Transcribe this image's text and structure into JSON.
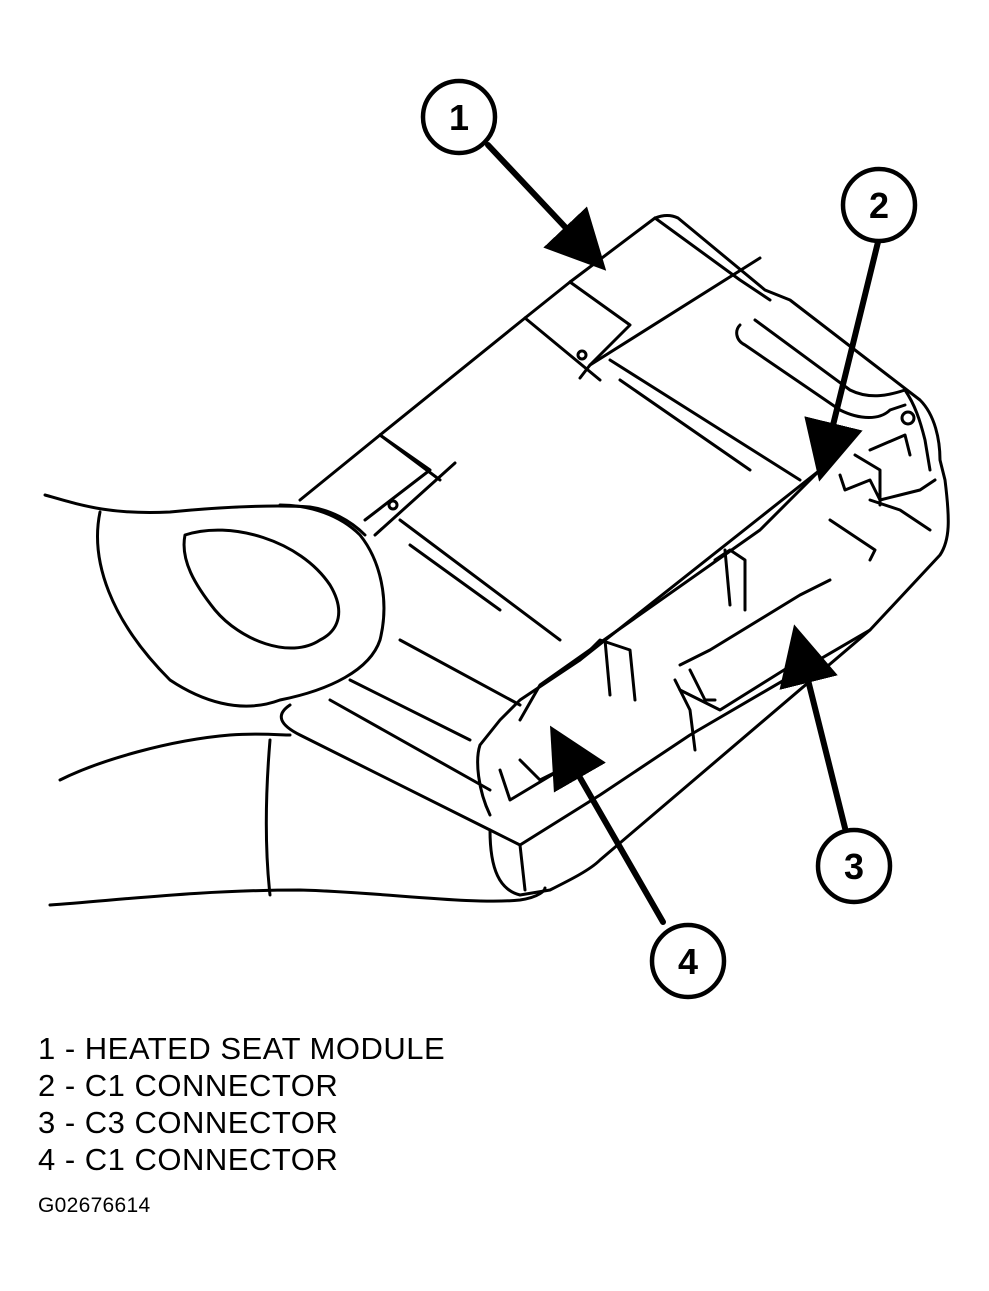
{
  "callouts": [
    {
      "number": "1",
      "target": "heated-seat-module"
    },
    {
      "number": "2",
      "target": "c1-connector-top"
    },
    {
      "number": "3",
      "target": "c3-connector"
    },
    {
      "number": "4",
      "target": "c1-connector-front"
    }
  ],
  "legend": [
    {
      "number": "1",
      "label": "HEATED SEAT MODULE",
      "text": "1 - HEATED SEAT MODULE"
    },
    {
      "number": "2",
      "label": "C1 CONNECTOR",
      "text": "2 - C1 CONNECTOR"
    },
    {
      "number": "3",
      "label": "C3 CONNECTOR",
      "text": "3 - C3 CONNECTOR"
    },
    {
      "number": "4",
      "label": "C1 CONNECTOR",
      "text": "4 - C1 CONNECTOR"
    }
  ],
  "figure_id": "G02676614",
  "colors": {
    "line": "#000000",
    "background": "#ffffff"
  }
}
